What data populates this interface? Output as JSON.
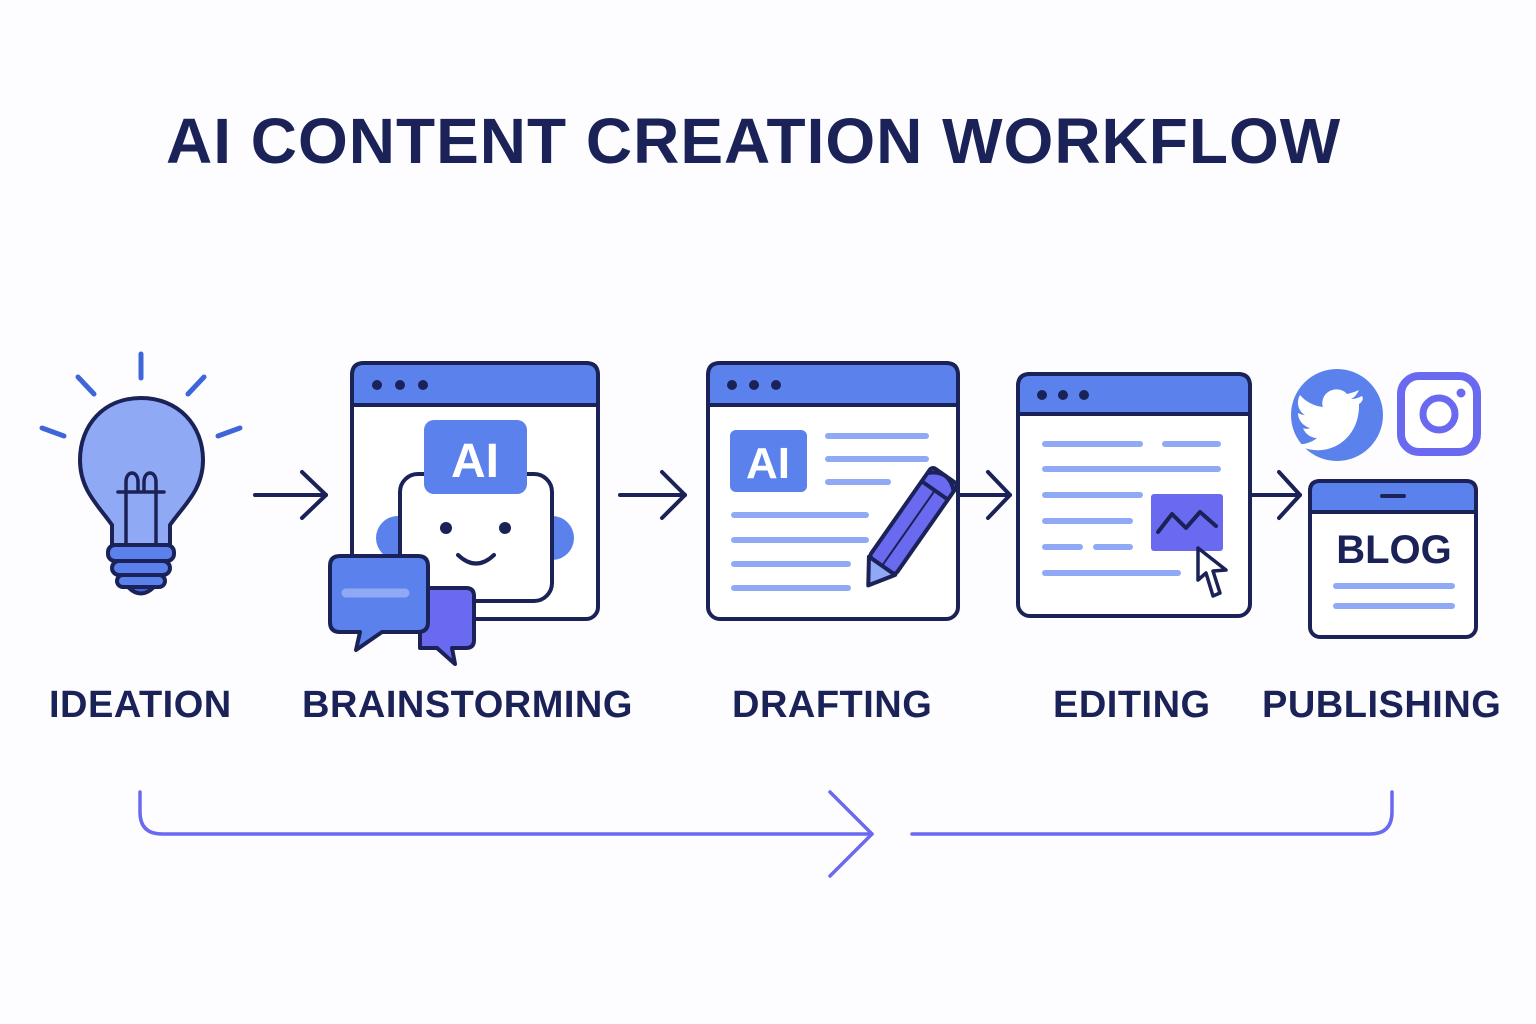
{
  "title": "AI CONTENT CREATION WORKFLOW",
  "steps": [
    {
      "label": "IDEATION",
      "icon": "lightbulb-icon"
    },
    {
      "label": "BRAINSTORMING",
      "icon": "ai-robot-chat-icon"
    },
    {
      "label": "DRAFTING",
      "icon": "document-pencil-icon"
    },
    {
      "label": "EDITING",
      "icon": "document-image-cursor-icon"
    },
    {
      "label": "PUBLISHING",
      "icon": "blog-social-icon"
    }
  ],
  "badges": {
    "brainstorm_ai": "AI",
    "draft_ai": "AI",
    "blog": "BLOG"
  },
  "colors": {
    "navy": "#1b2257",
    "blue": "#5b82ec",
    "light_blue": "#8fa9f5",
    "violet": "#6a6af0",
    "line": "#7c83e6"
  }
}
